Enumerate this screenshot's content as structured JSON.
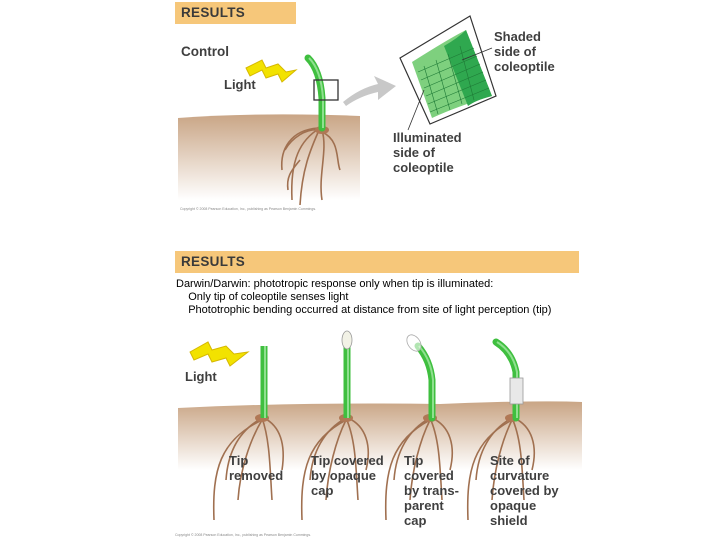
{
  "top_panel": {
    "results_label": "RESULTS",
    "control_label": "Control",
    "light_label": "Light",
    "shaded_label": [
      "Shaded",
      "side of",
      "coleoptile"
    ],
    "illuminated_label": [
      "Illuminated",
      "side of",
      "coleoptile"
    ],
    "copyright": "Copyright © 2008 Pearson Education, Inc., publishing as Pearson Benjamin Cummings."
  },
  "bottom_panel": {
    "results_label": "RESULTS",
    "light_label": "Light",
    "notes": [
      "Darwin/Darwin:  phototropic response only when tip is illuminated:",
      "    Only tip of coleoptile senses light",
      "    Phototrophic bending occurred at distance from site of light perception (tip)"
    ],
    "plants": [
      {
        "label": [
          "Tip",
          "removed"
        ]
      },
      {
        "label": [
          "Tip covered",
          "by opaque",
          "cap"
        ]
      },
      {
        "label": [
          "Tip",
          "covered",
          "by trans-",
          "parent",
          "cap"
        ]
      },
      {
        "label": [
          "Site of",
          "curvature",
          "covered by",
          "opaque",
          "shield"
        ]
      }
    ],
    "copyright": "Copyright © 2008 Pearson Education, Inc., publishing as Pearson Benjamin Cummings."
  },
  "colors": {
    "results_bar": "#f6c77a",
    "lightning": "#f2e200",
    "stem": "#3fbf3f",
    "soil": "#c9a585",
    "roots": "#a07050"
  }
}
